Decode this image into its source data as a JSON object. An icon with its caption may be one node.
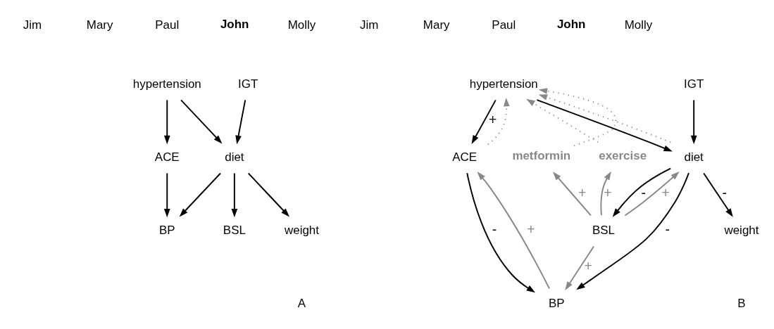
{
  "diagram": {
    "nodes": [
      {
        "text": [
          "hypertension"
        ]
      },
      {
        "text": [
          "IGT"
        ]
      },
      {
        "text": [
          "ACE"
        ]
      },
      {
        "text": [
          "diet"
        ]
      },
      {
        "text": [
          "BP"
        ]
      },
      {
        "text": [
          "BSL"
        ]
      },
      {
        "text": [
          "weight"
        ]
      },
      {
        "text": [
          "hypertension"
        ]
      },
      {
        "text": [
          "IGT"
        ]
      },
      {
        "text": [
          "ACE"
        ]
      },
      {
        "text": [
          "diet"
        ]
      },
      {
        "text": [
          "BP"
        ]
      },
      {
        "text": [
          "BSL"
        ]
      },
      {
        "text": [
          "weight"
        ]
      },
      {
        "text": [
          "exercise"
        ]
      },
      {
        "text": [
          "metformin"
        ]
      }
    ],
    "edges": [
      {
        "from": 0,
        "to": 2,
        "arrow": "to"
      },
      {
        "from": 0,
        "to": 3,
        "arrow": "to"
      },
      {
        "from": 1,
        "to": 3,
        "arrow": "to"
      },
      {
        "from": 2,
        "to": 4,
        "arrow": "to"
      },
      {
        "from": 3,
        "to": 4,
        "arrow": "to"
      },
      {
        "from": 3,
        "to": 5,
        "arrow": "to"
      },
      {
        "from": 3,
        "to": 6,
        "arrow": "to"
      },
      {
        "from": 7,
        "to": 9,
        "arrow": "to",
        "label": "+"
      },
      {
        "from": 7,
        "to": 10,
        "arrow": "to"
      },
      {
        "from": 8,
        "to": 10,
        "arrow": "to"
      },
      {
        "from": 9,
        "to": 11,
        "arrow": "to",
        "label": "-"
      },
      {
        "from": 10,
        "to": 11,
        "arrow": "to",
        "label": "-"
      },
      {
        "from": 10,
        "to": 12,
        "arrow": "to",
        "label": "-"
      },
      {
        "from": 10,
        "to": 13,
        "arrow": "to",
        "label": "-"
      },
      {
        "from": 11,
        "to": 9,
        "arrow": "to",
        "label": "+",
        "color": "#888888"
      },
      {
        "from": 12,
        "to": 11,
        "arrow": "to",
        "label": "+",
        "color": "#888888"
      },
      {
        "from": 12,
        "to": 10,
        "arrow": "to",
        "label": "+",
        "color": "#888888"
      },
      {
        "from": 12,
        "to": 14,
        "arrow": "to",
        "label": "+",
        "color": "#888888"
      },
      {
        "from": 12,
        "to": 15,
        "arrow": "to",
        "label": "+",
        "color": "#888888"
      },
      {
        "from": 9,
        "to": 7,
        "arrow": "to",
        "style": "dashed",
        "color": "#888888"
      },
      {
        "from": 10,
        "to": 7,
        "arrow": "to",
        "style": "dashed",
        "color": "#888888"
      },
      {
        "from": 14,
        "to": 7,
        "arrow": "to",
        "style": "dashed",
        "color": "#888888"
      },
      {
        "from": 15,
        "to": 7,
        "arrow": "to",
        "style": "dashed",
        "color": "#888888"
      }
    ],
    "labels": [
      "Jim",
      "Mary",
      "Paul",
      "John",
      "Molly",
      "Jim",
      "Mary",
      "Paul",
      "John",
      "Molly",
      "A",
      "B"
    ]
  }
}
